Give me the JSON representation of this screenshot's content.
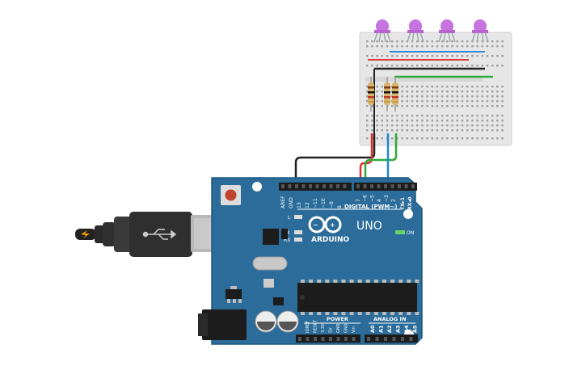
{
  "board": {
    "brand": "ARDUINO",
    "model": "UNO",
    "digital_header_label": "DIGITAL (PWM~)",
    "power_label": "POWER",
    "analog_label": "ANALOG IN",
    "led_l": "L",
    "led_tx": "TX",
    "led_rx": "RX",
    "on_label": "ON",
    "txrx_labels": [
      "TX▸1",
      "RX◂0"
    ],
    "digital_pins_left": [
      "AREF",
      "GND",
      "13",
      "12",
      "~11",
      "~10",
      "~9",
      "8"
    ],
    "digital_pins_right": [
      "7",
      "~6",
      "~5",
      "4",
      "~3",
      "2"
    ],
    "power_pins": [
      "IOREF",
      "RESET",
      "3.3V",
      "5V",
      "GND",
      "GND",
      "Vin"
    ],
    "analog_pins": [
      "A0",
      "A1",
      "A2",
      "A3",
      "A4",
      "A5"
    ]
  },
  "colors": {
    "board": "#2b6c9a",
    "board_edge": "#1d5880",
    "led": "#c774e0",
    "wire_black": "#222222",
    "wire_red": "#e03030",
    "wire_green": "#2eaa3a",
    "wire_blue": "#1f88d6",
    "rail_red": "#d83a3a",
    "rail_blue": "#2a8ad8",
    "breadboard": "#e6e6e6"
  },
  "icons": {
    "usb": "usb-trident-icon",
    "arduino_logo": "infinity-logo-icon",
    "reset": "reset-button-icon"
  }
}
